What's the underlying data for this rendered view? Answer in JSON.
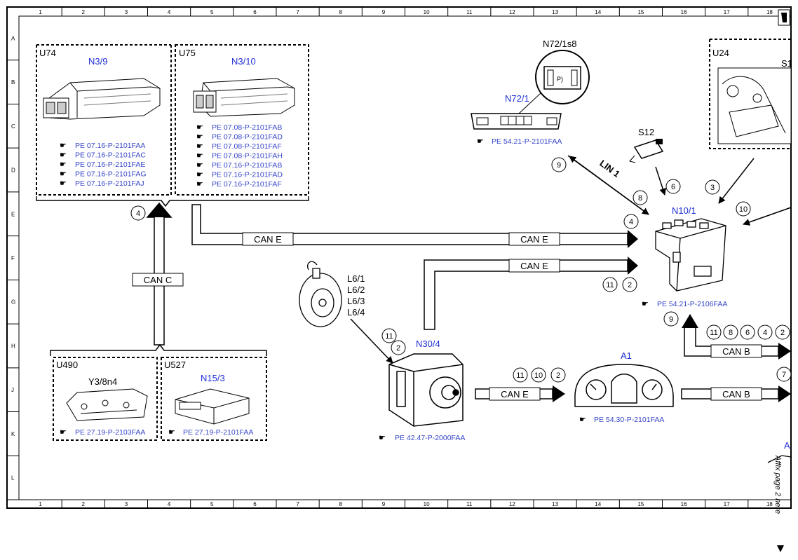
{
  "grid": {
    "columns": [
      "1",
      "2",
      "3",
      "4",
      "5",
      "6",
      "7",
      "8",
      "9",
      "10",
      "11",
      "12",
      "13",
      "14",
      "15",
      "16",
      "17",
      "18"
    ],
    "rows": [
      "A",
      "B",
      "C",
      "D",
      "E",
      "F",
      "G",
      "H",
      "J",
      "K",
      "L"
    ]
  },
  "groups": {
    "u74": {
      "id": "U74",
      "code": "N3/9",
      "refs": [
        "PE 07.16-P-2101FAA",
        "PE 07.16-P-2101FAC",
        "PE 07.16-P-2101FAE",
        "PE 07.16-P-2101FAG",
        "PE 07.16-P-2101FAJ"
      ]
    },
    "u75": {
      "id": "U75",
      "code": "N3/10",
      "refs": [
        "PE 07.08-P-2101FAB",
        "PE 07.08-P-2101FAD",
        "PE 07.08-P-2101FAF",
        "PE 07.08-P-2101FAH",
        "PE 07.16-P-2101FAB",
        "PE 07.16-P-2101FAD",
        "PE 07.16-P-2101FAF"
      ]
    },
    "u24": {
      "id": "U24",
      "partial": "S1"
    },
    "u490": {
      "id": "U490",
      "code": "Y3/8n4",
      "ref": "PE 27.19-P-2103FAA"
    },
    "u527": {
      "id": "U527",
      "code": "N15/3",
      "ref": "PE 27.19-P-2101FAA"
    }
  },
  "components": {
    "n72_1s8": {
      "label": "N72/1s8"
    },
    "n72_1": {
      "label": "N72/1",
      "ref": "PE 54.21-P-2101FAA"
    },
    "s12": {
      "label": "S12"
    },
    "n10_1": {
      "label": "N10/1",
      "ref": "PE 54.21-P-2106FAA"
    },
    "l6": {
      "labels": [
        "L6/1",
        "L6/2",
        "L6/3",
        "L6/4"
      ]
    },
    "n30_4": {
      "label": "N30/4",
      "ref": "PE 42.47-P-2000FAA"
    },
    "a1": {
      "label": "A1",
      "ref": "PE 54.30-P-2101FAA"
    },
    "a_partial": {
      "label": "A"
    }
  },
  "buses": {
    "can_c": "CAN C",
    "can_e_top": "CAN E",
    "can_e_top2": "CAN E",
    "can_e_mid": "CAN E",
    "can_e_bottom": "CAN E",
    "can_b_1": "CAN B",
    "can_b_2": "CAN B",
    "lin1": "LIN 1"
  },
  "markers": {
    "m4_left": "4",
    "m9_lin": "9",
    "m8": "8",
    "m6": "6",
    "m3": "3",
    "m10_r": "10",
    "m4_n10": "4",
    "m11_a": "11",
    "m2_a": "2",
    "m9_b": "9",
    "mb_11": "11",
    "mb_8": "8",
    "mb_6": "6",
    "mb_4": "4",
    "mb_2": "2",
    "m7": "7",
    "ma_11": "11",
    "ma_2": "2",
    "me_11": "11",
    "me_10": "10",
    "me_2": "2"
  },
  "affix_note": "Affix page 2 here"
}
